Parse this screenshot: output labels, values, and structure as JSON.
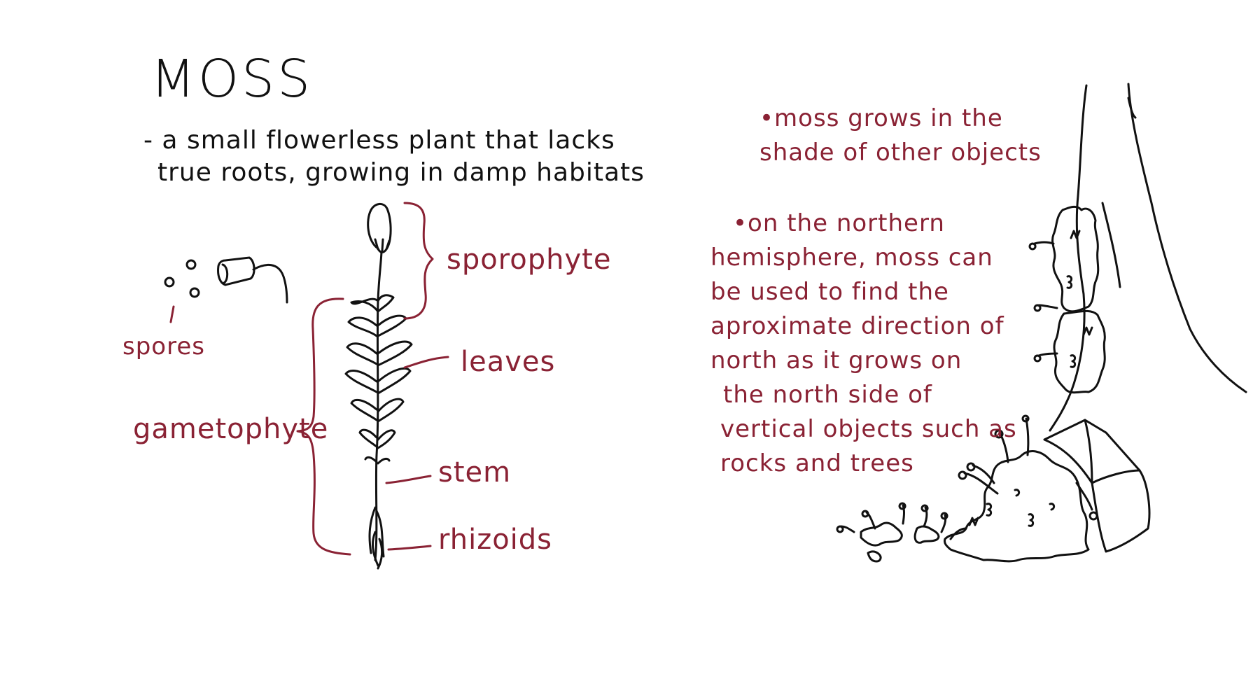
{
  "title": "MOSS",
  "definition": {
    "line1": "- a small flowerless plant that lacks",
    "line2": "true roots, growing in damp habitats"
  },
  "labels": {
    "sporophyte": "sporophyte",
    "leaves": "leaves",
    "stem": "stem",
    "rhizoids": "rhizoids",
    "spores": "spores",
    "gametophyte": "gametophyte"
  },
  "notes": {
    "shade": [
      "•moss grows in the",
      "shade of other objects"
    ],
    "north": [
      "•on the northern",
      "hemisphere, moss can",
      "be used to find the",
      "aproximate direction of",
      "north as it grows on",
      "the north side of",
      "vertical objects such as",
      "rocks and trees"
    ]
  },
  "colors": {
    "ink": "#111111",
    "accent": "#8a2234",
    "background": "#ffffff"
  }
}
